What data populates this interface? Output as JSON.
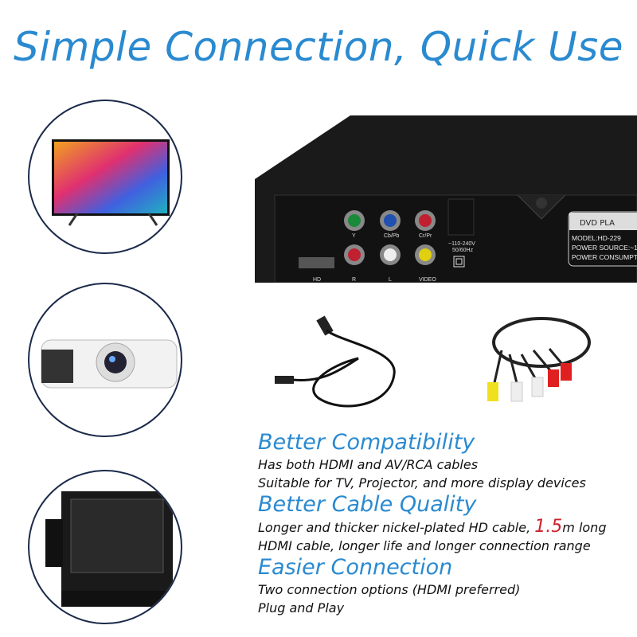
{
  "title": "Simple Connection, Quick Use",
  "devices": [
    "tv",
    "projector",
    "crt-tv"
  ],
  "dvd_panel": {
    "labels": {
      "hd": "HD",
      "r": "R",
      "l": "L",
      "video": "VIDEO",
      "y": "Y",
      "cb": "Cb/Pb",
      "cr": "Cr/Pr",
      "voltage": "~110-240V",
      "freq": "50/60Hz"
    },
    "plate_title": "DVD PLA",
    "plate_lines": [
      "MODEL:HD-229",
      "POWER SOURCE:~1",
      "POWER CONSUMPTI"
    ]
  },
  "features": [
    {
      "heading": "Better Compatibility",
      "lines": [
        "Has both HDMI and AV/RCA cables",
        "Suitable for TV, Projector, and more display devices"
      ]
    },
    {
      "heading": "Better Cable Quality",
      "line1_before": "Longer and thicker nickel-plated HD cable, ",
      "highlight": "1.5",
      "line1_after": "m long",
      "line2": "HDMI cable, longer life and longer connection range"
    },
    {
      "heading": "Easier Connection",
      "lines": [
        "Two connection options (HDMI preferred)",
        "Plug and Play"
      ]
    }
  ],
  "colors": {
    "accent": "#2a8ad0",
    "highlight": "#d0202a"
  }
}
